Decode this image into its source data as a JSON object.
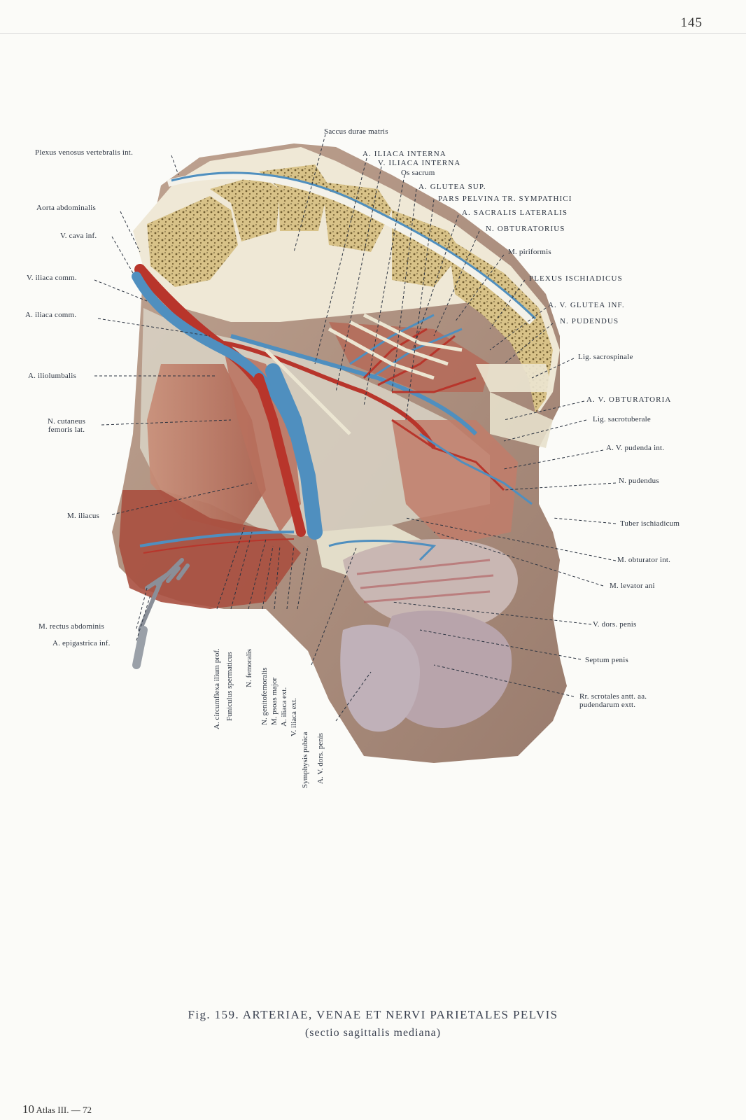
{
  "page_number": "145",
  "caption": {
    "title": "Fig. 159. ARTERIAE, VENAE ET NERVI PARIETALES PELVIS",
    "subtitle": "(sectio sagittalis mediana)"
  },
  "footer": {
    "signature": "10",
    "text": "Atlas III. — 72"
  },
  "labels": {
    "saccus_durae_matris": "Saccus durae matris",
    "plexus_venosus": "Plexus venosus vertebralis int.",
    "a_iliaca_interna": "A. ILIACA INTERNA",
    "v_iliaca_interna": "V. ILIACA INTERNA",
    "os_sacrum": "Os sacrum",
    "a_glutea_sup": "A. GLUTEA SUP.",
    "pars_pelvina": "PARS PELVINA TR. SYMPATHICI",
    "a_sacralis_lat": "A. SACRALIS LATERALIS",
    "n_obturatorius": "N. OBTURATORIUS",
    "aorta": "Aorta abdominalis",
    "v_cava": "V. cava inf.",
    "m_piriformis": "M. piriformis",
    "v_iliaca_comm": "V. iliaca comm.",
    "plexus_ischiadicus": "PLEXUS ISCHIADICUS",
    "a_iliaca_comm": "A. iliaca comm.",
    "av_glutea_inf": "A. V. GLUTEA INF.",
    "n_pudendus_caps": "N. PUDENDUS",
    "lig_sacrospinale": "Lig. sacrospinale",
    "a_iliolumbalis": "A. iliolumbalis",
    "av_obturatoria": "A. V. OBTURATORIA",
    "lig_sacrotuberale": "Lig. sacrotuberale",
    "n_cutaneus": "N. cutaneus femoris lat.",
    "av_pudenda_int": "A. V. pudenda int.",
    "n_pudendus": "N. pudendus",
    "m_iliacus": "M. iliacus",
    "tuber_ischiadicum": "Tuber ischiadicum",
    "m_obturator_int": "M. obturator int.",
    "m_levator_ani": "M. levator ani",
    "m_rectus": "M. rectus abdominis",
    "a_epigastrica": "A. epigastrica inf.",
    "v_dors_penis": "V. dors. penis",
    "septum_penis": "Septum penis",
    "rr_scrotales": "Rr. scrotales antt. aa. pudendarum extt.",
    "a_circumflexa": "A. circumflexa ilium prof.",
    "funiculus": "Funiculus spermaticus",
    "n_femoralis": "N. femoralis",
    "n_genitofemoralis": "N. genitofemoralis",
    "m_psoas": "M. psoas major",
    "a_iliaca_ext": "A. iliaca ext.",
    "v_iliaca_ext": "V. iliaca ext.",
    "symphysis": "Symphysis pubica",
    "av_dors_penis": "A. V. dors. penis"
  },
  "colors": {
    "artery": "#b8352b",
    "vein": "#4f8fbf",
    "nerve": "#ece6d2",
    "muscle": "#b85c4a",
    "bone": "#d9c494",
    "skin": "#a88070"
  }
}
